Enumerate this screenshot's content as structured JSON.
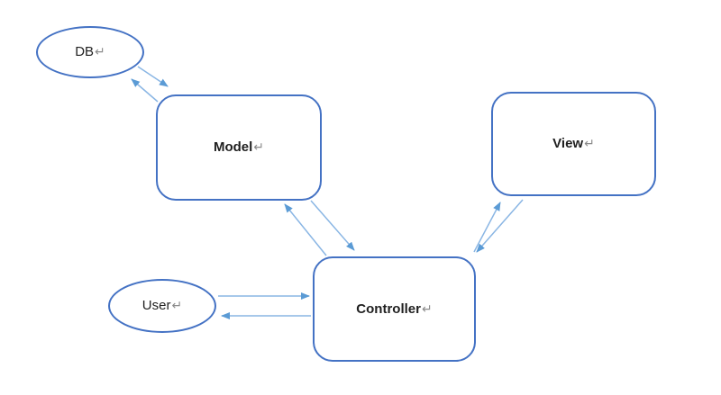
{
  "diagram": {
    "title": "MVC architecture diagram",
    "marks": {
      "return": "↵"
    },
    "colors": {
      "background": "#ffffff",
      "shape_border": "#4472C4",
      "arrow_line": "#8ab6e4",
      "arrow_head": "#5b9bd5",
      "label_text": "#1f1f1f",
      "return_mark": "#8c8c8c"
    },
    "nodes": [
      {
        "id": "db",
        "type": "ellipse",
        "label": "DB"
      },
      {
        "id": "model",
        "type": "rounded-rect",
        "label": "Model"
      },
      {
        "id": "view",
        "type": "rounded-rect",
        "label": "View"
      },
      {
        "id": "controller",
        "type": "rounded-rect",
        "label": "Controller"
      },
      {
        "id": "user",
        "type": "ellipse",
        "label": "User"
      }
    ],
    "connectors": [
      {
        "from": "model",
        "to": "db"
      },
      {
        "from": "db",
        "to": "model"
      },
      {
        "from": "controller",
        "to": "model"
      },
      {
        "from": "model",
        "to": "controller"
      },
      {
        "from": "controller",
        "to": "view"
      },
      {
        "from": "view",
        "to": "controller"
      },
      {
        "from": "user",
        "to": "controller"
      },
      {
        "from": "controller",
        "to": "user"
      }
    ]
  }
}
